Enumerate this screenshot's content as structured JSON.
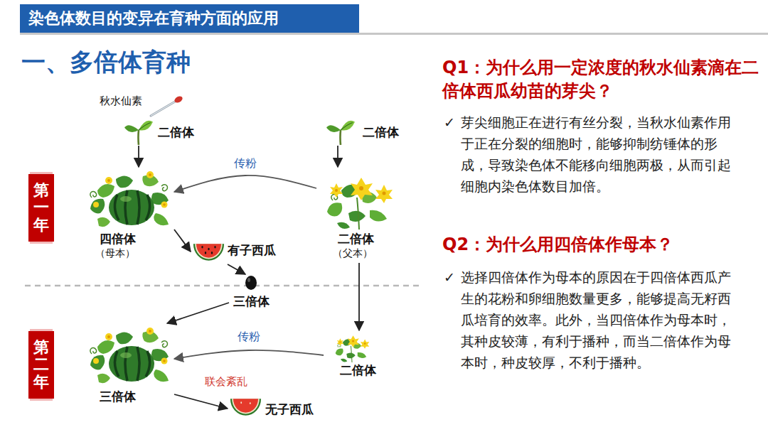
{
  "diagram": {
    "title": "染色体数目的变异在育种方面的应用",
    "nodes": [
      {
        "text": [
          "第一年"
        ]
      },
      {
        "text": [
          "第二年"
        ]
      },
      {
        "text": [
          "二倍体"
        ]
      },
      {
        "text": [
          "二倍体"
        ]
      },
      {
        "text": [
          "四倍体",
          "（母本）"
        ]
      },
      {
        "text": [
          "二倍体",
          "（父本）"
        ]
      },
      {
        "text": [
          "有子西瓜"
        ]
      },
      {
        "text": [
          "三倍体"
        ]
      },
      {
        "text": [
          "三倍体"
        ]
      },
      {
        "text": [
          "二倍体"
        ]
      },
      {
        "text": [
          "无子西瓜"
        ]
      }
    ],
    "edges": [
      {
        "from": 2,
        "to": 4,
        "arrow": "to"
      },
      {
        "from": 3,
        "to": 5,
        "arrow": "to"
      },
      {
        "from": 5,
        "to": 4,
        "label": "传粉",
        "arrow": "to"
      },
      {
        "from": 4,
        "to": 6,
        "arrow": "to"
      },
      {
        "from": 6,
        "to": 7,
        "arrow": "to"
      },
      {
        "from": 7,
        "to": 8,
        "arrow": "to"
      },
      {
        "from": 5,
        "to": 9,
        "arrow": "to"
      },
      {
        "from": 9,
        "to": 8,
        "label": "传粉",
        "arrow": "to"
      },
      {
        "from": 8,
        "to": 10,
        "label": "联会紊乱",
        "arrow": "to"
      }
    ],
    "labels": [
      "一、多倍体育种",
      "秋水仙素",
      "Q1：为什么用一定浓度的秋水仙素滴在二倍体西瓜幼苗的芽尖？",
      "✓",
      "芽尖细胞正在进行有丝分裂，当秋水仙素作用于正在分裂的细胞时，能够抑制纺锤体的形成，导致染色体不能移向细胞两极，从而引起细胞内染色体数目加倍。",
      "Q2：为什么用四倍体作母本？",
      "✓",
      "选择四倍体作为母本的原因在于四倍体西瓜产生的花粉和卵细胞数量更多，能够提高无籽西瓜培育的效率。此外，当四倍体作为母本时，其种皮较薄，有利于播种，而当二倍体作为母本时，种皮较厚，不利于播种。"
    ]
  }
}
